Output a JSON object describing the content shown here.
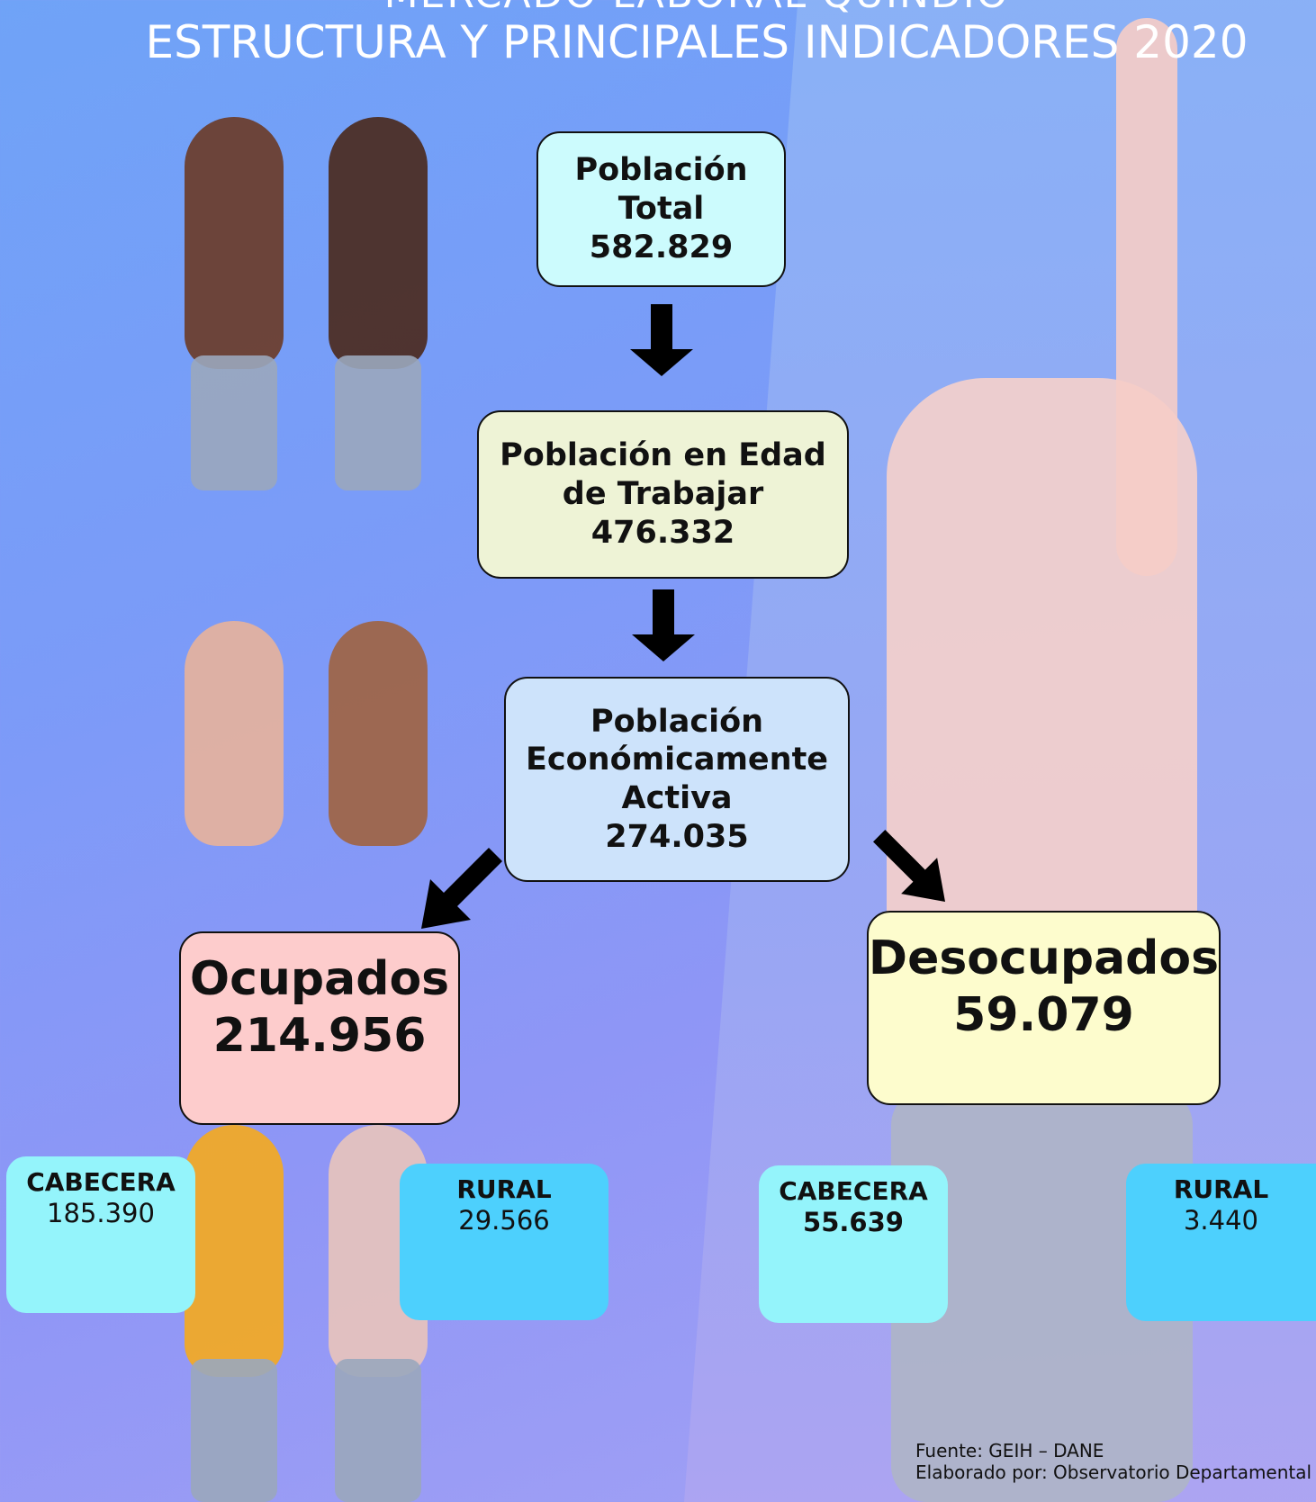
{
  "title": {
    "line1": "MERCADO LABORAL QUINDÍO",
    "line2": "ESTRUCTURA Y PRINCIPALES INDICADORES 2020"
  },
  "nodes": {
    "poblacion_total": {
      "label_1": "Población",
      "label_2": "Total",
      "value": "582.829"
    },
    "edad_trabajar": {
      "label_1": "Población en Edad",
      "label_2": "de Trabajar",
      "value": "476.332"
    },
    "pea": {
      "label_1": "Población",
      "label_2": "Económicamente",
      "label_3": "Activa",
      "value": "274.035"
    },
    "ocupados": {
      "label": "Ocupados",
      "value": "214.956",
      "cabecera": {
        "label": "CABECERA",
        "value": "185.390"
      },
      "rural": {
        "label": "RURAL",
        "value": "29.566"
      }
    },
    "desocupados": {
      "label": "Desocupados",
      "value": "59.079",
      "cabecera": {
        "label": "CABECERA",
        "value": "55.639"
      },
      "rural": {
        "label": "RURAL",
        "value": "3.440"
      }
    }
  },
  "footer": {
    "fuente": "Fuente: GEIH – DANE",
    "elaborado": "Elaborado por: Observatorio Departamental de"
  },
  "colors": {
    "total": "#ccfbfd",
    "edad": "#eef3d6",
    "pea": "#cde3fb",
    "ocupados": "#fdcccc",
    "desocupados": "#fdfccd",
    "cabecera": "#94f4fb",
    "rural": "#4dd0fd"
  }
}
